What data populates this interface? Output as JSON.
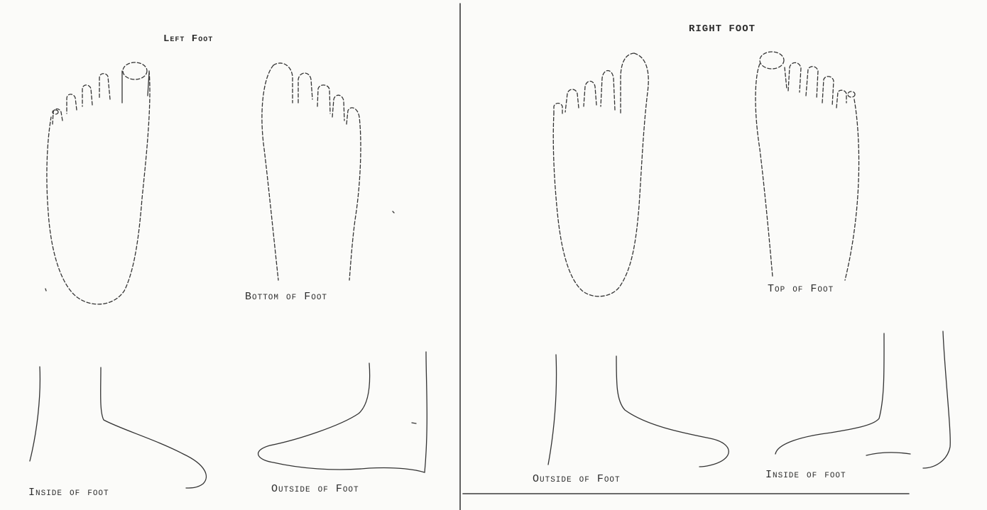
{
  "left_section": {
    "title": "Left Foot",
    "labels": {
      "bottom": "Bottom of Foot",
      "inside": "Inside of foot",
      "outside": "Outside of Foot"
    }
  },
  "right_section": {
    "title": "RIGHT FOOT",
    "labels": {
      "top": "Top of Foot",
      "outside": "Outside of Foot",
      "inside": "Inside of foot"
    }
  }
}
